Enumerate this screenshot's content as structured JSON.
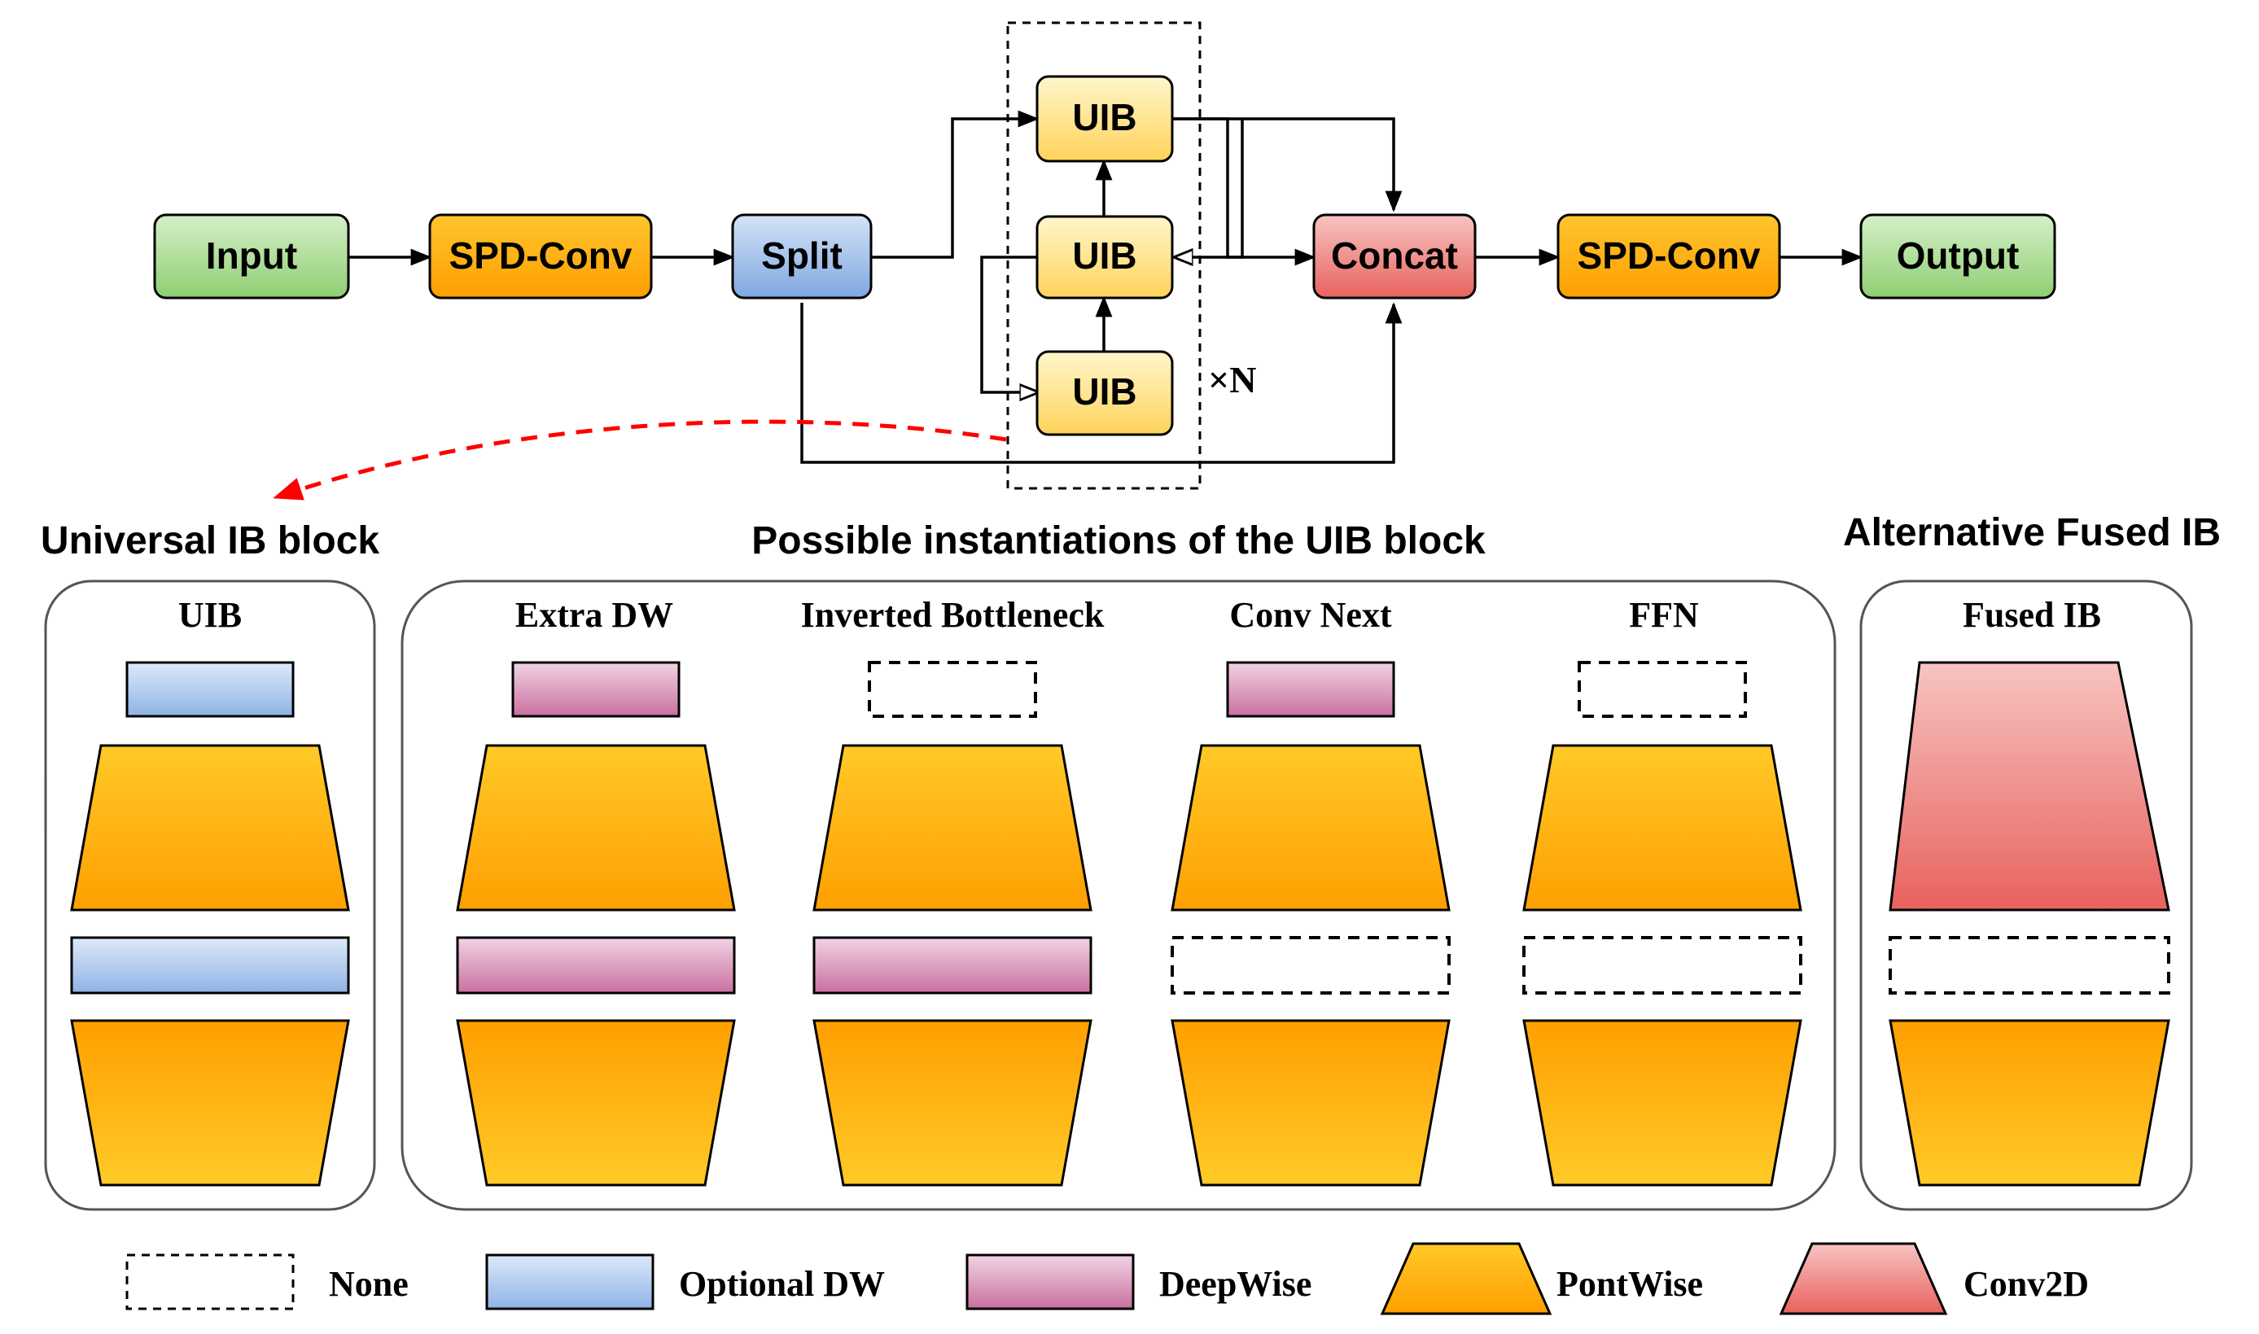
{
  "flow": {
    "input": "Input",
    "spd_conv_1": "SPD-Conv",
    "split": "Split",
    "uib_top": "UIB",
    "uib_mid": "UIB",
    "uib_bot": "UIB",
    "repeat": "×N",
    "concat": "Concat",
    "spd_conv_2": "SPD-Conv",
    "output": "Output"
  },
  "sections": {
    "universal": "Universal IB block",
    "possible": "Possible instantiations of the UIB block",
    "alternative": "Alternative Fused IB"
  },
  "columns": {
    "uib": "UIB",
    "extra_dw": "Extra DW",
    "inverted_bottleneck": "Inverted Bottleneck",
    "conv_next": "Conv Next",
    "ffn": "FFN",
    "fused_ib": "Fused IB"
  },
  "legend": {
    "none": "None",
    "optional_dw": "Optional DW",
    "deepwise": "DeepWise",
    "pontwise": "PontWise",
    "conv2d": "Conv2D"
  },
  "colors": {
    "input_green": "#a9dd90",
    "spd_orange": "#ffa500",
    "split_blue": "#7ea6e0",
    "uib_yellow": "#ffd966",
    "concat_red": "#ea6b66",
    "optional_dw_blue": "#a9c4eb",
    "deepwise_pink": "#cd7fad",
    "pontwise_orange": "#ffa500",
    "conv2d_red": "#ea6b66",
    "arrow_red": "#ff0000"
  }
}
